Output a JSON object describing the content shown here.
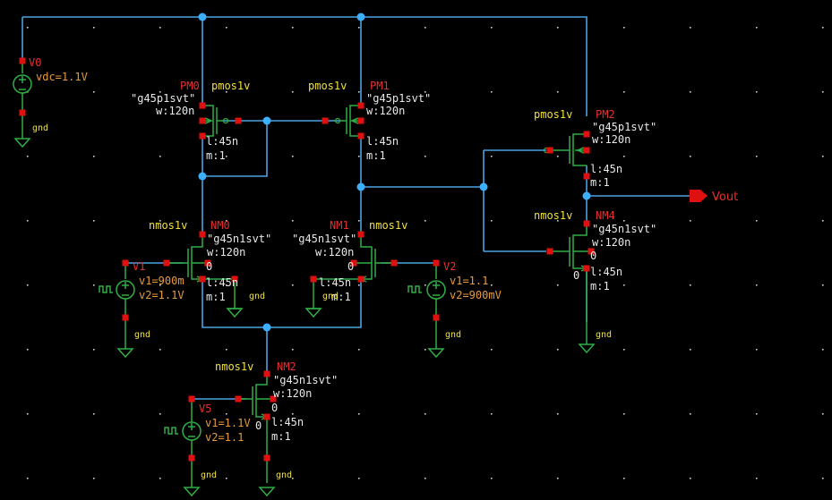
{
  "colors": {
    "background": "#000000",
    "wire": "#4aa3e0",
    "device": "#2fae45",
    "pin": "#e01010",
    "junction": "#3cb0ff",
    "model_label": "#f0e040",
    "instance_label": "#e53030",
    "param_label": "#e8e8e8",
    "source_label": "#e79a3a"
  },
  "devices": {
    "pm0": {
      "type": "pmos1v",
      "name": "PM0",
      "model": "\"g45p1svt\"",
      "w": "w:120n",
      "l": "l:45n",
      "m": "m:1"
    },
    "pm1": {
      "type": "pmos1v",
      "name": "PM1",
      "model": "\"g45p1svt\"",
      "w": "w:120n",
      "l": "l:45n",
      "m": "m:1"
    },
    "pm2": {
      "type": "pmos1v",
      "name": "PM2",
      "model": "\"g45p1svt\"",
      "w": "w:120n",
      "l": "l:45n",
      "m": "m:1"
    },
    "nm0": {
      "type": "nmos1v",
      "name": "NM0",
      "model": "\"g45n1svt\"",
      "w": "w:120n",
      "l": "l:45n",
      "m": "m:1",
      "bulk": "0"
    },
    "nm1": {
      "type": "nmos1v",
      "name": "NM1",
      "model": "\"g45n1svt\"",
      "w": "w:120n",
      "l": "l:45n",
      "m": "m:1",
      "bulk": "0"
    },
    "nm2": {
      "type": "nmos1v",
      "name": "NM2",
      "model": "\"g45n1svt\"",
      "w": "w:120n",
      "l": "l:45n",
      "m": "m:1",
      "bulk": "0",
      "bulk2": "0"
    },
    "nm4": {
      "type": "nmos1v",
      "name": "NM4",
      "model": "\"g45n1svt\"",
      "w": "w:120n",
      "l": "l:45n",
      "m": "m:1",
      "bulk": "0",
      "bulk2": "0"
    }
  },
  "sources": {
    "v0": {
      "name": "V0",
      "value": "vdc=1.1V"
    },
    "v1": {
      "name": "V1",
      "v1": "v1=900m",
      "v2": "v2=1.1V"
    },
    "v2": {
      "name": "V2",
      "v1": "v1=1.1",
      "v2": "v2=900mV"
    },
    "v5": {
      "name": "V5",
      "v1": "v1=1.1V",
      "v2": "v2=1.1"
    }
  },
  "grounds": {
    "label": "gnd"
  },
  "output": {
    "label": "Vout"
  }
}
